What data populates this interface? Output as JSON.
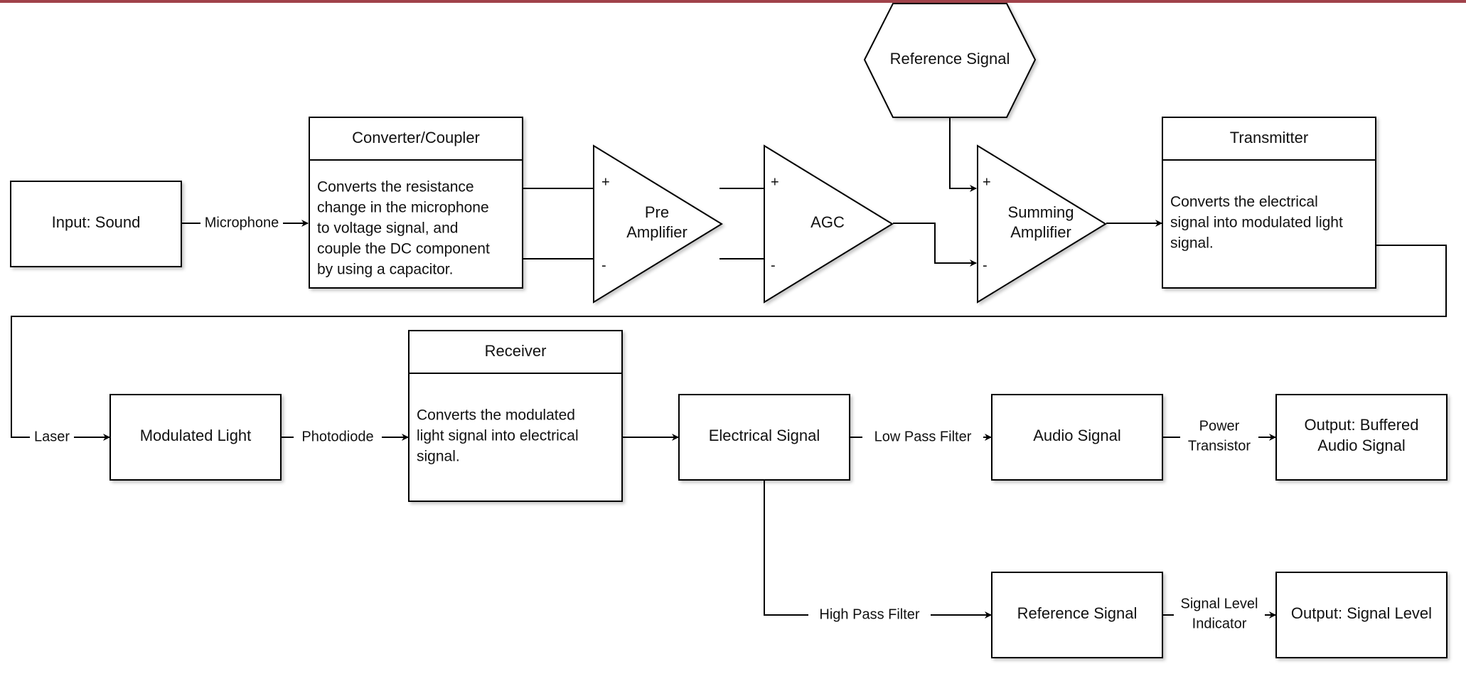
{
  "nodes": {
    "input_sound": "Input: Sound",
    "converter_title": "Converter/Coupler",
    "converter_desc": [
      "Converts the resistance",
      "change in the microphone",
      "to voltage signal, and",
      "couple the DC component",
      "by using a capacitor."
    ],
    "pre_amplifier": [
      "Pre",
      "Amplifier"
    ],
    "agc": "AGC",
    "reference_signal_top": "Reference Signal",
    "summing_amplifier": [
      "Summing",
      "Amplifier"
    ],
    "transmitter_title": "Transmitter",
    "transmitter_desc": [
      "Converts the electrical",
      "signal into modulated light",
      "signal."
    ],
    "modulated_light": "Modulated Light",
    "receiver_title": "Receiver",
    "receiver_desc": [
      "Converts the modulated",
      "light signal into electrical",
      "signal."
    ],
    "electrical_signal": "Electrical Signal",
    "audio_signal": "Audio Signal",
    "output_buffered": [
      "Output: Buffered",
      "Audio Signal"
    ],
    "reference_signal_bottom": "Reference Signal",
    "output_signal_level": "Output: Signal Level"
  },
  "edges": {
    "microphone": "Microphone",
    "laser": "Laser",
    "photodiode": "Photodiode",
    "low_pass_filter": "Low Pass Filter",
    "power_transistor": [
      "Power",
      "Transistor"
    ],
    "high_pass_filter": "High Pass Filter",
    "signal_level_indicator": [
      "Signal Level",
      "Indicator"
    ]
  },
  "pins": {
    "plus": "+",
    "minus": "-"
  }
}
